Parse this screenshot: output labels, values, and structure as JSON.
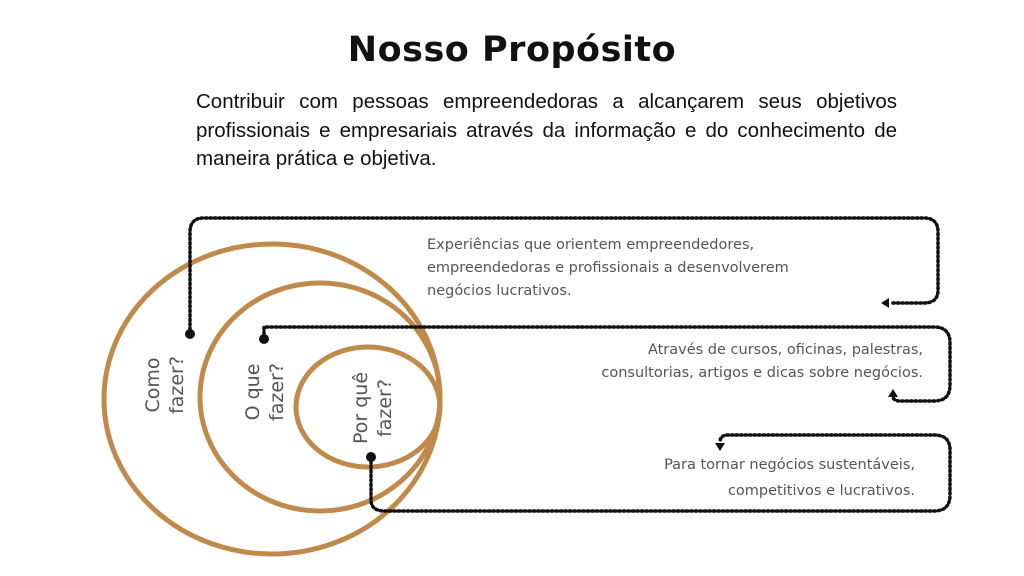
{
  "title": "Nosso Propósito",
  "intro": "Contribuir com pessoas empreendedoras a alcançarem seus objetivos profissionais e empresariais através da informação e do conhecimento de maneira prática e objetiva.",
  "circles": [
    {
      "label_line1": "Como",
      "label_line2": "fazer?",
      "description": [
        "Experiências que orientem empreendedores,",
        "empreendedoras e profissionais a desenvolverem",
        "negócios lucrativos."
      ]
    },
    {
      "label_line1": "O que",
      "label_line2": "fazer?",
      "description": [
        "Através de cursos, oficinas, palestras,",
        "consultorias, artigos e dicas sobre negócios."
      ]
    },
    {
      "label_line1": "Por quê",
      "label_line2": "fazer?",
      "description": [
        "Para tornar negócios sustentáveis,",
        "competitivos e lucrativos."
      ]
    }
  ],
  "colors": {
    "ring": "#c08a4a",
    "dots": "#111111"
  }
}
